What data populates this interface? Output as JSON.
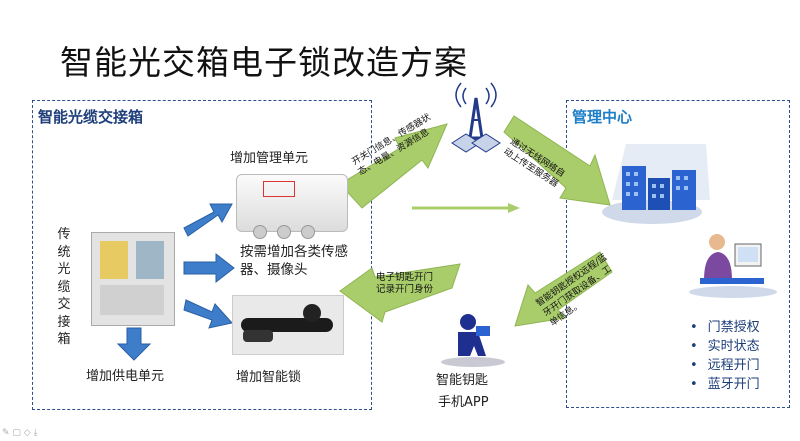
{
  "title": "智能光交箱电子锁改造方案",
  "left_panel": {
    "title": "智能光缆交接箱",
    "cabinet_label": "传统光缆交接箱",
    "add_mgmt_unit": "增加管理单元",
    "add_sensors": "按需增加各类传感器、摄像头",
    "add_power": "增加供电单元",
    "add_lock": "增加智能锁"
  },
  "right_panel": {
    "title": "管理中心",
    "features": [
      "门禁授权",
      "实时状态",
      "远程开门",
      "蓝牙开门"
    ]
  },
  "flows": {
    "status_to_tower": "开关门信息、传感器状态、电量、资源信息",
    "tower_to_center": "通过无线网络自动上传至服务器",
    "center_to_app": "智能钥匙授权远程/蓝牙开门获取设备、工单信息。",
    "app_to_box": "电子钥匙开门记录开门身份"
  },
  "app": {
    "line1": "智能钥匙",
    "line2": "手机APP"
  },
  "colors": {
    "box_arrow": "#3d7dca",
    "flow_arrow": "#a9cd6b",
    "frame": "#2d4f8a",
    "right_title": "#1e7ec8"
  }
}
